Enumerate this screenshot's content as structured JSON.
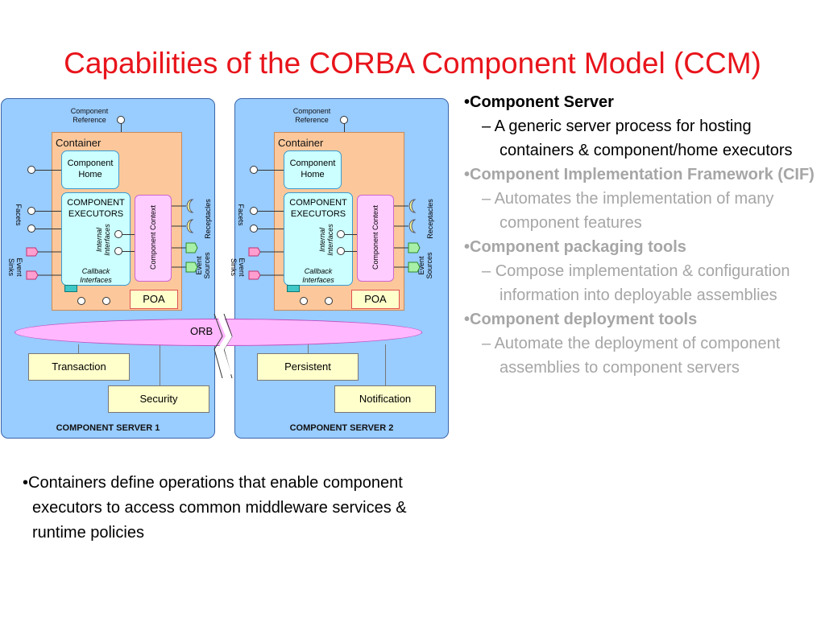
{
  "slide": {
    "title": "Capabilities of the CORBA Component Model (CCM)"
  },
  "diagram": {
    "component_reference": "Component\nReference",
    "container": "Container",
    "component_home": "Component\nHome",
    "component_executors": "COMPONENT\nEXECUTORS",
    "internal_interfaces": "Internal\nInterfaces",
    "callback_interfaces": "Callback\nInterfaces",
    "component_context": "Component Context",
    "poa": "POA",
    "orb": "ORB",
    "facets": "Facets",
    "event_sinks": "Event\nSinks",
    "receptacles": "Receptacles",
    "event_sources": "Event\nSources",
    "server1": {
      "label": "COMPONENT SERVER 1",
      "service_a": "Transaction",
      "service_b": "Security"
    },
    "server2": {
      "label": "COMPONENT SERVER 2",
      "service_a": "Persistent",
      "service_b": "Notification"
    }
  },
  "bullets": [
    {
      "text": "Component Server",
      "dim": false,
      "sub": [
        "A generic server process for hosting containers & component/home executors"
      ]
    },
    {
      "text": "Component Implementation Framework (CIF)",
      "dim": true,
      "sub": [
        "Automates the implementation of many component features"
      ]
    },
    {
      "text": "Component packaging tools",
      "dim": true,
      "sub": [
        "Compose implementation & configuration information into deployable assemblies"
      ]
    },
    {
      "text": "Component deployment tools",
      "dim": true,
      "sub": [
        "Automate the deployment of component assemblies to component servers"
      ]
    }
  ],
  "bottom_bullet": "Containers define operations that enable component executors to access common middleware services & runtime policies",
  "colors": {
    "title": "#e8141b",
    "server_bg": "#99ccff",
    "container_bg": "#fcc89b",
    "dim_text": "#a6a6a6"
  }
}
